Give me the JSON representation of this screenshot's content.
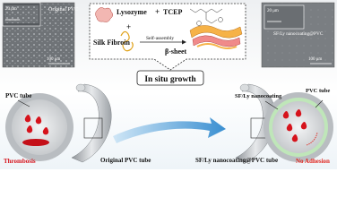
{
  "top_left_sem": {
    "title": "Original PVC",
    "scale_small": "20 μm",
    "scale_large": "100 μm"
  },
  "top_right_sem": {
    "title": "SF/Ly nanocoating@PVC",
    "scale_small": "20 μm",
    "scale_large": "100 μm"
  },
  "center_box": {
    "lysozyme": "Lysozyme",
    "plus1": "+",
    "tcep": "TCEP",
    "plus2": "+",
    "silk_fibroin": "Silk Fibroin",
    "self_assembly": "Self-assembly",
    "beta_sheet": "β-sheet"
  },
  "center_banner": "In situ growth",
  "left_panel": {
    "pvc_tube": "PVC tube",
    "thrombosis": "Thrombosis",
    "original_tube": "Original PVC tube"
  },
  "right_panel": {
    "coating_label": "SF/Ly nanocoating",
    "pvc_tube": "PVC tube",
    "no_adhesion": "No Adhesion",
    "coated_tube": "SF/Ly nanocoating@PVC tube"
  },
  "colors": {
    "blood": "#d6131c",
    "tube_gray": "#a3a7ab",
    "arrow_blue": "#3a8fd1",
    "coating_green": "#bfe6b9",
    "alert_red": "#e0261f"
  }
}
